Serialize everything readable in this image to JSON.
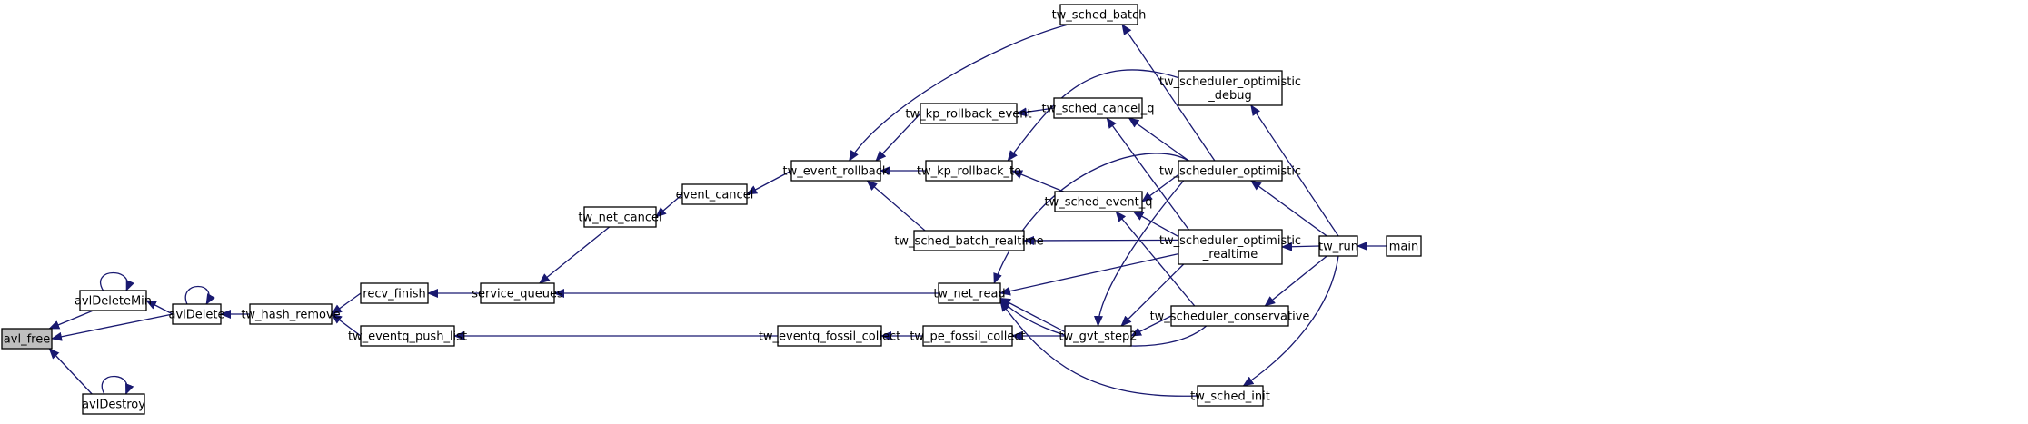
{
  "graph": {
    "colors": {
      "edge": "#191970",
      "node_fill": "#ffffff",
      "highlight_fill": "#bfbfbf",
      "border": "#000000"
    },
    "nodes": [
      {
        "id": "avl_free",
        "lines": [
          "avl_free"
        ],
        "highlight": true
      },
      {
        "id": "avlDeleteMin",
        "lines": [
          "avlDeleteMin"
        ]
      },
      {
        "id": "avlDestroy",
        "lines": [
          "avlDestroy"
        ]
      },
      {
        "id": "avlDelete",
        "lines": [
          "avlDelete"
        ]
      },
      {
        "id": "tw_hash_remove",
        "lines": [
          "tw_hash_remove"
        ]
      },
      {
        "id": "recv_finish",
        "lines": [
          "recv_finish"
        ]
      },
      {
        "id": "tw_eventq_push_list",
        "lines": [
          "tw_eventq_push_list"
        ]
      },
      {
        "id": "service_queues",
        "lines": [
          "service_queues"
        ]
      },
      {
        "id": "tw_net_cancel",
        "lines": [
          "tw_net_cancel"
        ]
      },
      {
        "id": "event_cancel",
        "lines": [
          "event_cancel"
        ]
      },
      {
        "id": "tw_event_rollback",
        "lines": [
          "tw_event_rollback"
        ]
      },
      {
        "id": "tw_kp_rollback_event",
        "lines": [
          "tw_kp_rollback_event"
        ]
      },
      {
        "id": "tw_kp_rollback_to",
        "lines": [
          "tw_kp_rollback_to"
        ]
      },
      {
        "id": "tw_sched_batch_realtime",
        "lines": [
          "tw_sched_batch_realtime"
        ]
      },
      {
        "id": "tw_net_read",
        "lines": [
          "tw_net_read"
        ]
      },
      {
        "id": "tw_eventq_fossil_collect",
        "lines": [
          "tw_eventq_fossil_collect"
        ]
      },
      {
        "id": "tw_pe_fossil_collect",
        "lines": [
          "tw_pe_fossil_collect"
        ]
      },
      {
        "id": "tw_sched_batch",
        "lines": [
          "tw_sched_batch"
        ]
      },
      {
        "id": "tw_sched_cancel_q",
        "lines": [
          "tw_sched_cancel_q"
        ]
      },
      {
        "id": "tw_sched_event_q",
        "lines": [
          "tw_sched_event_q"
        ]
      },
      {
        "id": "tw_gvt_step2",
        "lines": [
          "tw_gvt_step2"
        ]
      },
      {
        "id": "tw_sched_init",
        "lines": [
          "tw_sched_init"
        ]
      },
      {
        "id": "tw_scheduler_optimistic_debug",
        "lines": [
          "tw_scheduler_optimistic",
          "_debug"
        ]
      },
      {
        "id": "tw_scheduler_optimistic",
        "lines": [
          "tw_scheduler_optimistic"
        ]
      },
      {
        "id": "tw_scheduler_optimistic_realtime",
        "lines": [
          "tw_scheduler_optimistic",
          "_realtime"
        ]
      },
      {
        "id": "tw_scheduler_conservative",
        "lines": [
          "tw_scheduler_conservative"
        ]
      },
      {
        "id": "tw_run",
        "lines": [
          "tw_run"
        ]
      },
      {
        "id": "main",
        "lines": [
          "main"
        ]
      }
    ],
    "edges": [
      {
        "from": "avlDeleteMin",
        "to": "avl_free"
      },
      {
        "from": "avlDelete",
        "to": "avl_free"
      },
      {
        "from": "avlDestroy",
        "to": "avl_free"
      },
      {
        "from": "avlDeleteMin",
        "to": "avlDeleteMin"
      },
      {
        "from": "avlDestroy",
        "to": "avlDestroy"
      },
      {
        "from": "avlDelete",
        "to": "avlDeleteMin"
      },
      {
        "from": "avlDelete",
        "to": "avlDelete"
      },
      {
        "from": "tw_hash_remove",
        "to": "avlDelete"
      },
      {
        "from": "recv_finish",
        "to": "tw_hash_remove"
      },
      {
        "from": "tw_eventq_push_list",
        "to": "tw_hash_remove"
      },
      {
        "from": "service_queues",
        "to": "recv_finish"
      },
      {
        "from": "tw_net_cancel",
        "to": "service_queues"
      },
      {
        "from": "tw_net_read",
        "to": "service_queues"
      },
      {
        "from": "event_cancel",
        "to": "tw_net_cancel"
      },
      {
        "from": "tw_event_rollback",
        "to": "event_cancel"
      },
      {
        "from": "tw_sched_batch",
        "to": "tw_event_rollback"
      },
      {
        "from": "tw_kp_rollback_event",
        "to": "tw_event_rollback"
      },
      {
        "from": "tw_kp_rollback_to",
        "to": "tw_event_rollback"
      },
      {
        "from": "tw_sched_batch_realtime",
        "to": "tw_event_rollback"
      },
      {
        "from": "tw_sched_cancel_q",
        "to": "tw_kp_rollback_event"
      },
      {
        "from": "tw_scheduler_optimistic_debug",
        "to": "tw_kp_rollback_to"
      },
      {
        "from": "tw_sched_event_q",
        "to": "tw_kp_rollback_to"
      },
      {
        "from": "tw_scheduler_optimistic_realtime",
        "to": "tw_sched_batch_realtime"
      },
      {
        "from": "tw_scheduler_optimistic",
        "to": "tw_net_read"
      },
      {
        "from": "tw_scheduler_optimistic_realtime",
        "to": "tw_net_read"
      },
      {
        "from": "tw_gvt_step2",
        "to": "tw_net_read"
      },
      {
        "from": "tw_scheduler_conservative",
        "to": "tw_net_read"
      },
      {
        "from": "tw_sched_init",
        "to": "tw_net_read"
      },
      {
        "from": "tw_eventq_fossil_collect",
        "to": "tw_eventq_push_list"
      },
      {
        "from": "tw_pe_fossil_collect",
        "to": "tw_eventq_fossil_collect"
      },
      {
        "from": "tw_gvt_step2",
        "to": "tw_pe_fossil_collect"
      },
      {
        "from": "tw_scheduler_optimistic",
        "to": "tw_sched_batch"
      },
      {
        "from": "tw_scheduler_optimistic",
        "to": "tw_sched_cancel_q"
      },
      {
        "from": "tw_scheduler_optimistic_realtime",
        "to": "tw_sched_cancel_q"
      },
      {
        "from": "tw_scheduler_optimistic",
        "to": "tw_sched_event_q"
      },
      {
        "from": "tw_scheduler_optimistic_realtime",
        "to": "tw_sched_event_q"
      },
      {
        "from": "tw_scheduler_conservative",
        "to": "tw_sched_event_q"
      },
      {
        "from": "tw_scheduler_optimistic",
        "to": "tw_gvt_step2"
      },
      {
        "from": "tw_scheduler_optimistic_realtime",
        "to": "tw_gvt_step2"
      },
      {
        "from": "tw_scheduler_conservative",
        "to": "tw_gvt_step2"
      },
      {
        "from": "tw_run",
        "to": "tw_scheduler_optimistic_debug"
      },
      {
        "from": "tw_run",
        "to": "tw_scheduler_optimistic"
      },
      {
        "from": "tw_run",
        "to": "tw_scheduler_optimistic_realtime"
      },
      {
        "from": "tw_run",
        "to": "tw_scheduler_conservative"
      },
      {
        "from": "tw_run",
        "to": "tw_sched_init"
      },
      {
        "from": "main",
        "to": "tw_run"
      }
    ]
  }
}
